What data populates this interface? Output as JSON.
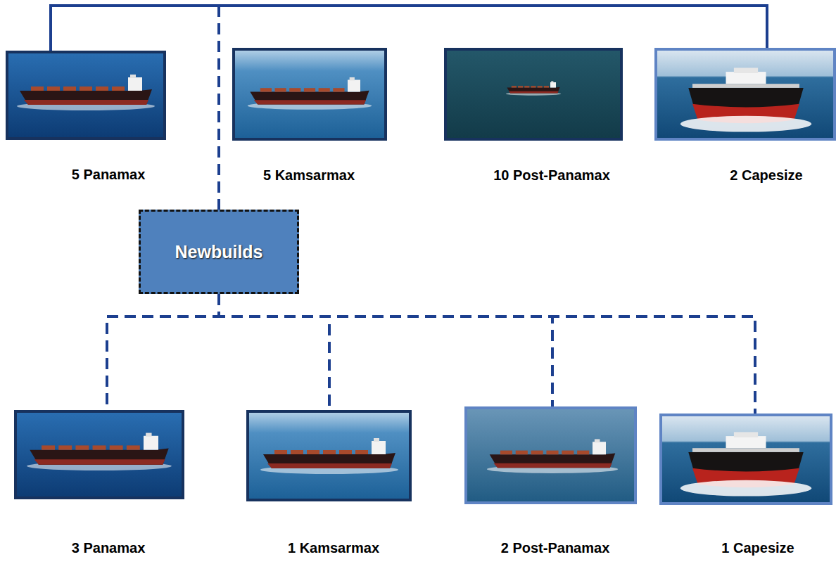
{
  "diagram": {
    "nodes": [
      {
        "text": [
          "5 Panamax"
        ]
      },
      {
        "text": [
          "5 Kamsarmax"
        ]
      },
      {
        "text": [
          "10 Post-Panamax"
        ]
      },
      {
        "text": [
          "2 Capesize"
        ]
      },
      {
        "text": [
          "Newbuilds"
        ]
      },
      {
        "text": [
          "3 Panamax"
        ]
      },
      {
        "text": [
          "1 Kamsarmax"
        ]
      },
      {
        "text": [
          "2 Post-Panamax"
        ]
      },
      {
        "text": [
          "1 Capesize"
        ]
      }
    ],
    "edges": [
      {
        "from": 0,
        "to": 3,
        "arrow": "none"
      },
      {
        "from": 4,
        "to": 5,
        "arrow": "none"
      },
      {
        "from": 4,
        "to": 6,
        "arrow": "none"
      },
      {
        "from": 4,
        "to": 7,
        "arrow": "none"
      },
      {
        "from": 4,
        "to": 8,
        "arrow": "none"
      }
    ]
  }
}
